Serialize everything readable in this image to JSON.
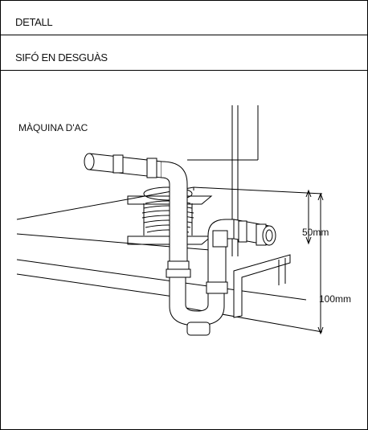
{
  "header": {
    "title": "DETALL",
    "subtitle": "SIFÓ EN DESGUÀS"
  },
  "drawing": {
    "machine_label": "MÀQUINA D'AC",
    "dim_small": "50mm",
    "dim_large": "100mm"
  }
}
